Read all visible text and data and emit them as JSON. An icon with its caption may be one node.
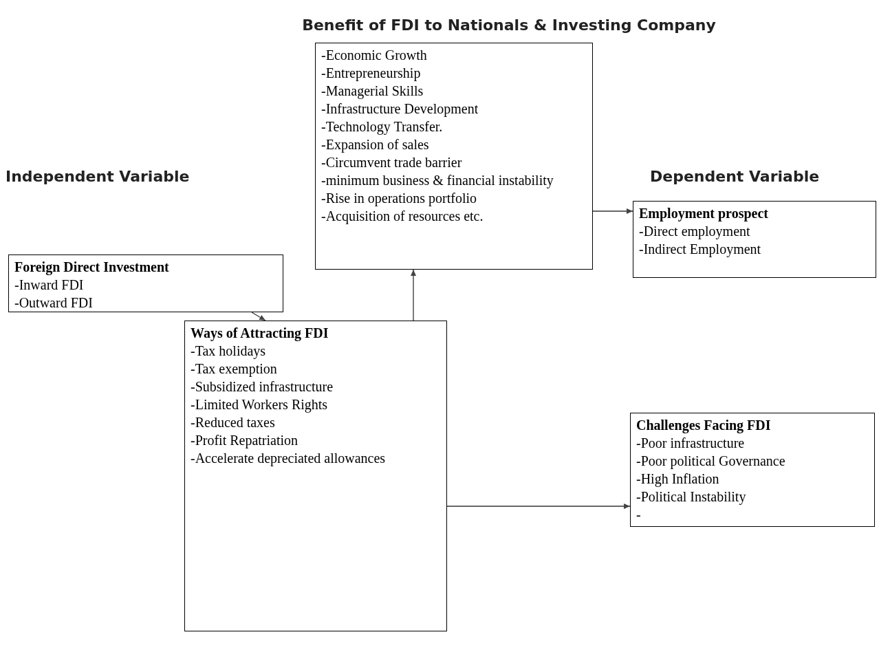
{
  "diagram": {
    "title": "Benefit of FDI to Nationals & Investing Company",
    "nodes": [
      {
        "text": [
          "Foreign Direct Investment",
          "-Inward FDI",
          "-Outward FDI"
        ]
      },
      {
        "text": [
          "-Economic Growth",
          "-Entrepreneurship",
          "-Managerial Skills",
          "-Infrastructure Development",
          "-Technology Transfer.",
          "-Expansion of sales",
          "-Circumvent trade barrier",
          "-minimum business & financial instability",
          "-Rise in operations portfolio",
          "-Acquisition of resources etc."
        ]
      },
      {
        "text": [
          "Employment prospect",
          "-Direct employment",
          "-Indirect Employment"
        ]
      },
      {
        "text": [
          "Ways of Attracting FDI",
          "-Tax holidays",
          "-Tax exemption",
          "-Subsidized infrastructure",
          "-Limited Workers Rights",
          "-Reduced taxes",
          "-Profit Repatriation",
          "-Accelerate depreciated allowances"
        ]
      },
      {
        "text": [
          "Challenges Facing FDI",
          "-Poor infrastructure",
          "-Poor political Governance",
          "-High Inflation",
          "-Political Instability",
          "-"
        ]
      }
    ],
    "edges": [
      {
        "from": 0,
        "to": 3,
        "arrow": "to"
      },
      {
        "from": 3,
        "to": 1,
        "arrow": "to"
      },
      {
        "from": 1,
        "to": 2,
        "arrow": "to"
      },
      {
        "from": 3,
        "to": 4,
        "arrow": "to"
      }
    ],
    "labels": [
      "Independent Variable",
      "Dependent Variable"
    ]
  }
}
